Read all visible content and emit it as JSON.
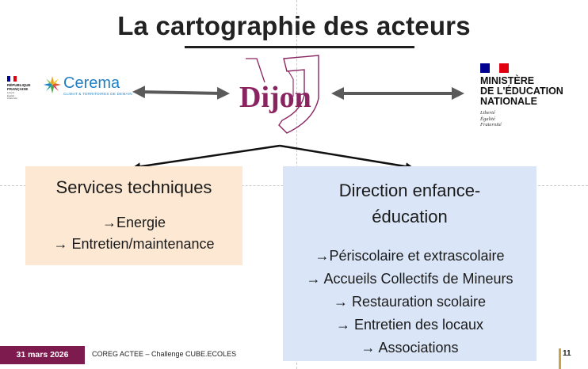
{
  "title": "La cartographie des acteurs",
  "logos": {
    "republique": {
      "name_lines": [
        "RÉPUBLIQUE",
        "FRANÇAISE"
      ],
      "motto_lines": [
        "Liberté",
        "Égalité",
        "Fraternité"
      ]
    },
    "cerema": {
      "name": "Cerema",
      "tagline": "CLIMAT & TERRITOIRES DE DEMAIN"
    },
    "dijon": {
      "name": "Dijon"
    },
    "ministere": {
      "name_lines": [
        "MINISTÈRE",
        "DE L'ÉDUCATION",
        "NATIONALE"
      ],
      "motto_lines": [
        "Liberté",
        "Égalité",
        "Fraternité"
      ]
    }
  },
  "boxes": {
    "services": {
      "title": "Services techniques",
      "items": [
        "→Energie",
        "→ Entretien/maintenance"
      ]
    },
    "direction": {
      "title": "Direction enfance-éducation",
      "items": [
        "→Périscolaire et extrascolaire",
        "→ Accueils Collectifs de Mineurs",
        "→ Restauration scolaire",
        "→ Entretien des locaux",
        "→ Associations"
      ]
    }
  },
  "footer": {
    "date": "31 mars 2026",
    "text": "COREG ACTEE – Challenge CUBE.ECOLES",
    "page": "11"
  },
  "colors": {
    "dijon": "#8a2461",
    "date_badge": "#7d1b4e",
    "services_box": "#fde9d3",
    "direction_box": "#dae6f7",
    "cerema": "#1f7fc3",
    "flag_blue": "#000091",
    "flag_red": "#e1000f",
    "page_bar": "#c6a44a"
  }
}
